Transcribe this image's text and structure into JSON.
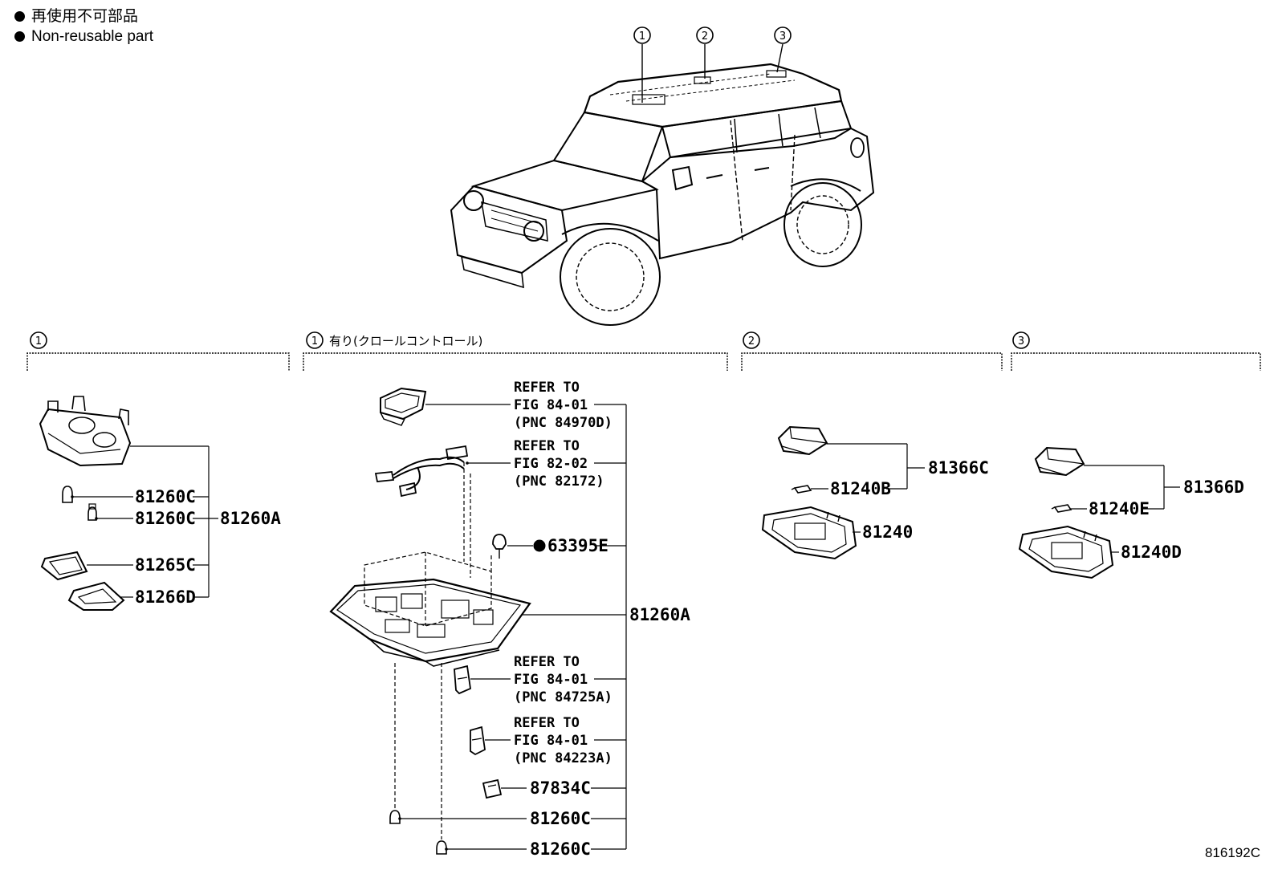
{
  "legend": {
    "jp": "再使用不可部品",
    "en": "Non-reusable part"
  },
  "figure_number": "816192C",
  "callouts": {
    "c1": "1",
    "c2": "2",
    "c3": "3"
  },
  "sections": {
    "s1": {
      "num": "1",
      "title": ""
    },
    "s2": {
      "num": "1",
      "title": "有り(クロールコントロール)"
    },
    "s3": {
      "num": "2",
      "title": ""
    },
    "s4": {
      "num": "3",
      "title": ""
    }
  },
  "section1_parts": {
    "p1": "81260C",
    "p2": "81260C",
    "p3": "81265C",
    "p4": "81266D",
    "assy": "81260A"
  },
  "section2_parts": {
    "ref1": [
      "REFER TO",
      "FIG 84-01",
      "(PNC 84970D)"
    ],
    "ref2": [
      "REFER TO",
      "FIG 82-02",
      "(PNC 82172)"
    ],
    "clip": "63395E",
    "assy": "81260A",
    "ref3": [
      "REFER TO",
      "FIG 84-01",
      "(PNC 84725A)"
    ],
    "ref4": [
      "REFER TO",
      "FIG 84-01",
      "(PNC 84223A)"
    ],
    "p5": "87834C",
    "p6": "81260C",
    "p7": "81260C"
  },
  "section3_parts": {
    "bulb": "81240B",
    "lens": "81240",
    "assy": "81366C"
  },
  "section4_parts": {
    "bulb": "81240E",
    "lens": "81240D",
    "assy": "81366D"
  }
}
